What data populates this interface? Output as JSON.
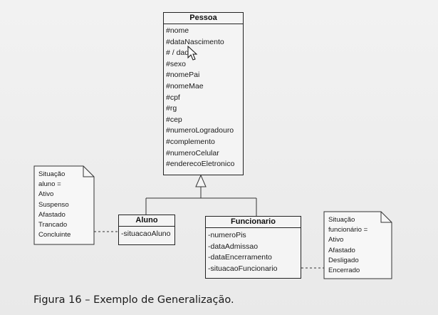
{
  "classes": {
    "pessoa": {
      "name": "Pessoa",
      "attributes": [
        "#nome",
        "#dataNascimento",
        "# / dade",
        "#sexo",
        "#nomePai",
        "#nomeMae",
        "#cpf",
        "#rg",
        "#cep",
        "#numeroLogradouro",
        "#complemento",
        "#numeroCelular",
        "#enderecoEletronico"
      ]
    },
    "aluno": {
      "name": "Aluno",
      "attributes": [
        "-situacaoAluno"
      ]
    },
    "funcionario": {
      "name": "Funcionario",
      "attributes": [
        "-numeroPis",
        "-dataAdmissao",
        "-dataEncerramento",
        "-situacaoFuncionario"
      ]
    }
  },
  "notes": {
    "aluno": [
      "Situação",
      "aluno =",
      "Ativo",
      "Suspenso",
      "Afastado",
      "Trancado",
      "Concluinte"
    ],
    "funcionario": [
      "Situação",
      "funcionário =",
      "Ativo",
      "Afastado",
      "Desligado",
      "Encerrado"
    ]
  },
  "caption": "Figura 16 – Exemplo de Generalização."
}
